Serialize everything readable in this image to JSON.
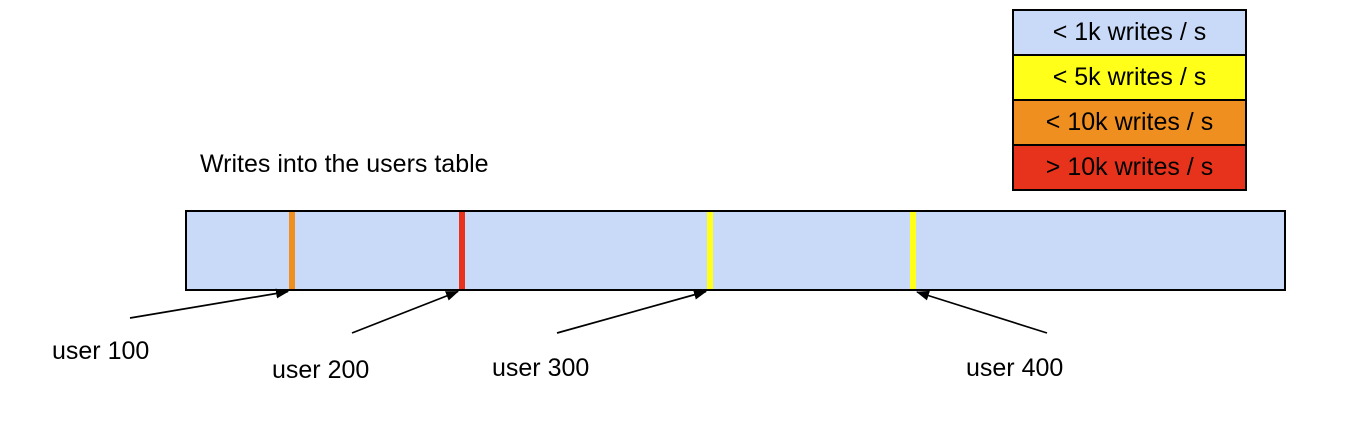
{
  "title": "Writes into the users table",
  "legend": {
    "items": [
      {
        "label": "< 1k writes / s",
        "color": "#c9daf8"
      },
      {
        "label": "< 5k writes / s",
        "color": "#ffff1a"
      },
      {
        "label": "< 10k writes / s",
        "color": "#ef8f1f"
      },
      {
        "label": "> 10k writes / s",
        "color": "#e8331c"
      }
    ]
  },
  "bar": {
    "fill_color": "#c9daf8",
    "markers": [
      {
        "user": "user 100",
        "rate_category": "< 10k writes / s",
        "color": "#ef8f1f",
        "position_pct": 9.6
      },
      {
        "user": "user 200",
        "rate_category": "> 10k writes / s",
        "color": "#e8331c",
        "position_pct": 25.1
      },
      {
        "user": "user 300",
        "rate_category": "< 5k writes / s",
        "color": "#ffff1a",
        "position_pct": 47.7
      },
      {
        "user": "user 400",
        "rate_category": "< 5k writes / s",
        "color": "#ffff1a",
        "position_pct": 66.2
      }
    ]
  }
}
